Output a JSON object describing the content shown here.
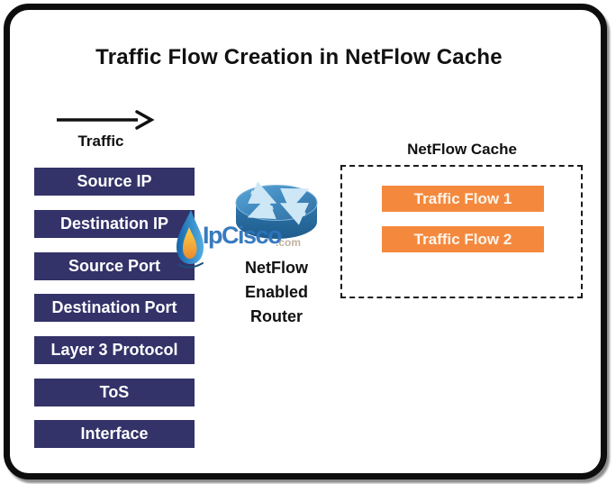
{
  "title": "Traffic Flow Creation in NetFlow Cache",
  "traffic_label": "Traffic",
  "flow_fields": [
    "Source IP",
    "Destination IP",
    "Source Port",
    "Destination Port",
    "Layer 3 Protocol",
    "ToS",
    "Interface"
  ],
  "router_label": "NetFlow\nEnabled\nRouter",
  "netflow_cache": {
    "title": "NetFlow Cache",
    "flows": [
      "Traffic Flow 1",
      "Traffic Flow 2"
    ]
  },
  "watermark": {
    "brand": "IpCisco",
    "suffix": ".com"
  },
  "icons": {
    "router": "cisco-router-icon",
    "traffic": "traffic-arrow-icon",
    "logo": "ipcisco-drop-icon"
  },
  "colors": {
    "field_box": "#333269",
    "flow_box": "#F4893E",
    "router_top": "#4493C8",
    "router_side": "#2A6EA4",
    "router_arrows": "#CDE7F6",
    "brand_blue": "#2E74BC",
    "brand_tan": "#BFAE9C",
    "frame_border": "#0D0D0D",
    "text": "#111111"
  }
}
